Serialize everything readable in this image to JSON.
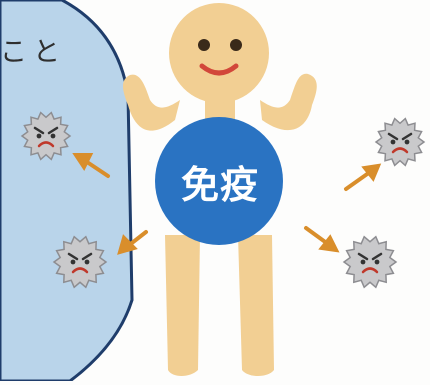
{
  "panel": {
    "text_fragment": "こと",
    "fill_color": "#b9d4ea",
    "border_color": "#1f3d6b"
  },
  "figure": {
    "skin_color": "#f2cf93",
    "badge_label": "免疫",
    "badge_color": "#2a73c2"
  },
  "germs": [
    {
      "icon": "germ-icon",
      "side": "inside-panel"
    },
    {
      "icon": "germ-icon",
      "side": "inside-panel"
    },
    {
      "icon": "germ-icon",
      "side": "outside"
    },
    {
      "icon": "germ-icon",
      "side": "outside"
    }
  ],
  "arrows": {
    "color": "#d98e2b",
    "count": 4,
    "meaning": "repel-outward"
  }
}
